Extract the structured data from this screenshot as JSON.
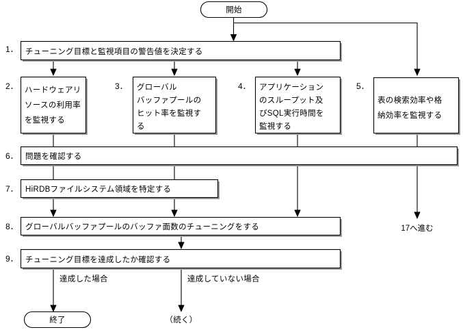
{
  "diagram": {
    "title_start": "開始",
    "title_end": "終了",
    "continue_label": "（続く）",
    "goto_label": "17へ進む",
    "colors": {
      "stroke": "#000000",
      "fill": "#ffffff",
      "shadow": "#9a9a9a"
    },
    "numbers": {
      "n1": "1．",
      "n2": "2．",
      "n3": "3．",
      "n4": "4．",
      "n5": "5．",
      "n6": "6．",
      "n7": "7．",
      "n8": "8．",
      "n9": "9．"
    },
    "steps": [
      {
        "id": "step1",
        "number": "1．",
        "lines": [
          "チューニング目標と監視項目の警告値を決定する"
        ]
      },
      {
        "id": "step2",
        "number": "2．",
        "lines": [
          "ハードウェアリ",
          "ソースの利用率",
          "を監視する"
        ]
      },
      {
        "id": "step3",
        "number": "3．",
        "lines": [
          "グローバル",
          "バッファプールの",
          "ヒット率を監視す",
          "る"
        ]
      },
      {
        "id": "step4",
        "number": "4．",
        "lines": [
          "アプリケーション",
          "のスループット及",
          "びSQL実行時間を",
          "監視する"
        ]
      },
      {
        "id": "step5",
        "number": "5．",
        "lines": [
          "表の検索効率や格",
          "納効率を監視する"
        ]
      },
      {
        "id": "step6",
        "number": "6．",
        "lines": [
          "問題を確認する"
        ]
      },
      {
        "id": "step7",
        "number": "7．",
        "lines": [
          "HiRDBファイルシステム領域を特定する"
        ]
      },
      {
        "id": "step8",
        "number": "8．",
        "lines": [
          "グローバルバッファプールのバッファ面数のチューニングをする"
        ]
      },
      {
        "id": "step9",
        "number": "9．",
        "lines": [
          "チューニング目標を達成したか確認する"
        ]
      }
    ],
    "branch_labels": {
      "achieved": "達成した場合",
      "not_achieved": "達成していない場合"
    }
  }
}
